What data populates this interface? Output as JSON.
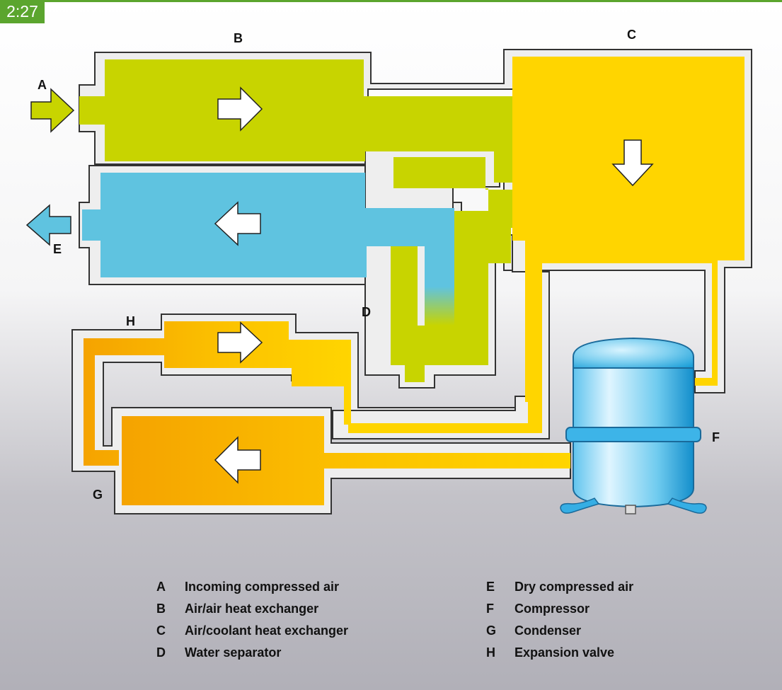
{
  "figure": {
    "number": "2:27"
  },
  "callouts": [
    {
      "id": "A",
      "letter": "A"
    },
    {
      "id": "B",
      "letter": "B"
    },
    {
      "id": "C",
      "letter": "C"
    },
    {
      "id": "D",
      "letter": "D"
    },
    {
      "id": "E",
      "letter": "E"
    },
    {
      "id": "F",
      "letter": "F"
    },
    {
      "id": "G",
      "letter": "G"
    },
    {
      "id": "H",
      "letter": "H"
    }
  ],
  "legend": {
    "left": [
      {
        "key": "A",
        "text": "Incoming compressed air"
      },
      {
        "key": "B",
        "text": "Air/air heat exchanger"
      },
      {
        "key": "C",
        "text": "Air/coolant heat exchanger"
      },
      {
        "key": "D",
        "text": "Water separator"
      }
    ],
    "right": [
      {
        "key": "E",
        "text": "Dry compressed air"
      },
      {
        "key": "F",
        "text": "Compressor"
      },
      {
        "key": "G",
        "text": "Condenser"
      },
      {
        "key": "H",
        "text": "Expansion valve"
      }
    ]
  },
  "colors": {
    "accent_green": "#5ba52e",
    "wet_air": "#c8d400",
    "dry_air": "#5fc3e0",
    "coolant_warm": "#ffd500",
    "coolant_hot": "#f5a300",
    "wall": "#eeeeee",
    "background_top": "#ffffff",
    "background_bottom": "#b1b0b8"
  }
}
